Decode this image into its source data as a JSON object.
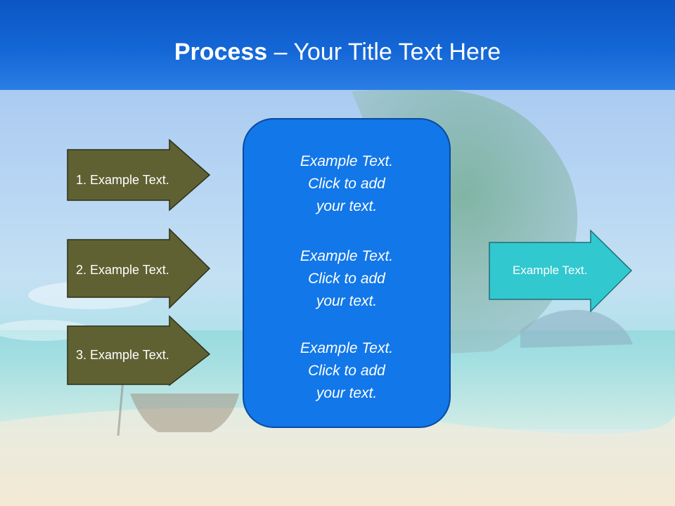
{
  "slide": {
    "title_bold": "Process",
    "title_rest": " – Your Title Text Here"
  },
  "left_arrows": [
    {
      "label": "1. Example Text."
    },
    {
      "label": "2. Example Text."
    },
    {
      "label": "3. Example Text."
    }
  ],
  "center_box": {
    "paragraphs": [
      {
        "line1": "Example Text.",
        "line2": "Click  to add",
        "line3": "your text."
      },
      {
        "line1": "Example Text.",
        "line2": "Click  to add",
        "line3": "your text."
      },
      {
        "line1": "Example Text.",
        "line2": "Click  to add",
        "line3": "your text."
      }
    ]
  },
  "right_arrow": {
    "label": "Example Text."
  },
  "colors": {
    "header_blue": "#1466d6",
    "arrow_olive": "#5f6132",
    "center_blue": "#1277e8",
    "teal_arrow": "#31c8cf"
  }
}
